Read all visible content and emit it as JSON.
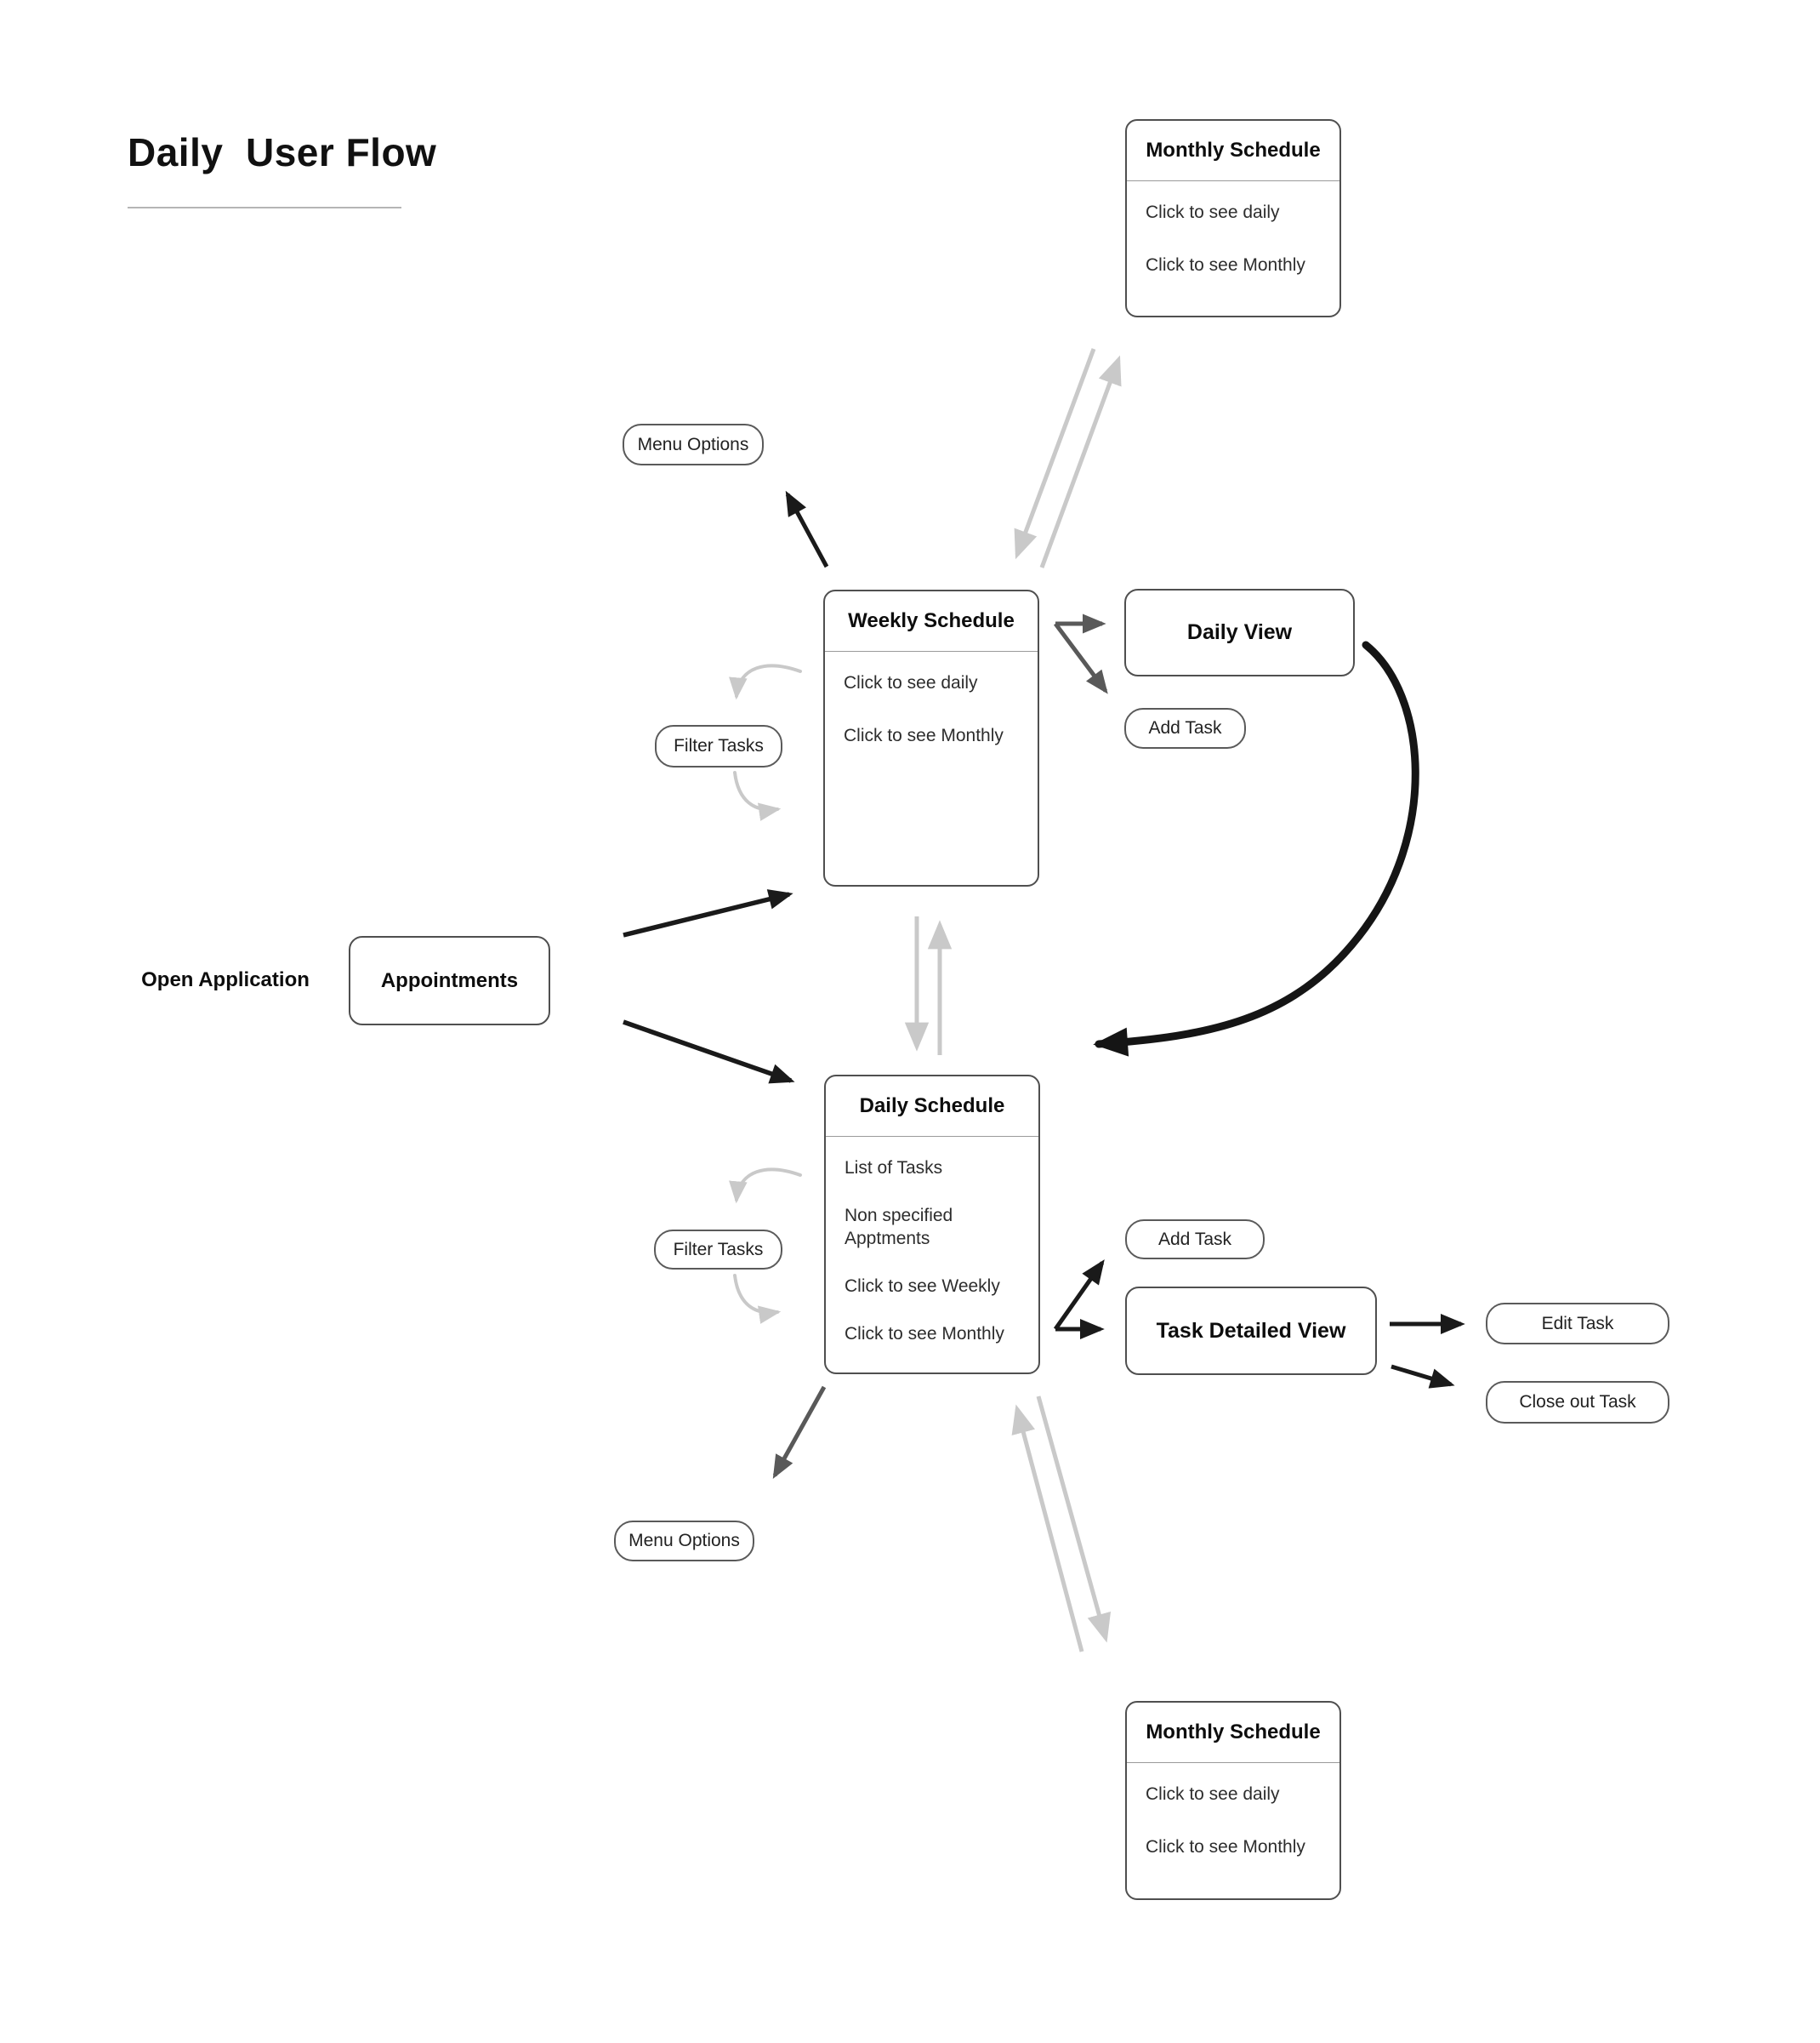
{
  "page": {
    "title": "Daily  User Flow"
  },
  "nodes": {
    "monthly_schedule_top": {
      "title": "Monthly Schedule",
      "items": [
        "Click to see daily",
        "Click to see Monthly"
      ]
    },
    "menu_options_top": {
      "label": "Menu Options"
    },
    "weekly_schedule": {
      "title": "Weekly Schedule",
      "items": [
        "Click to see daily",
        "Click to see Monthly"
      ]
    },
    "daily_view": {
      "label": "Daily View"
    },
    "add_task_top": {
      "label": "Add Task"
    },
    "filter_tasks_top": {
      "label": "Filter Tasks"
    },
    "open_application": {
      "label": "Open Application"
    },
    "appointments": {
      "label": "Appointments"
    },
    "daily_schedule": {
      "title": "Daily Schedule",
      "items": [
        "List of Tasks",
        "Non specified Apptments",
        "Click to see Weekly",
        "Click to see Monthly"
      ]
    },
    "filter_tasks_bottom": {
      "label": "Filter Tasks"
    },
    "add_task_mid": {
      "label": "Add Task"
    },
    "task_detailed_view": {
      "label": "Task Detailed View"
    },
    "edit_task": {
      "label": "Edit Task"
    },
    "close_out_task": {
      "label": "Close out Task"
    },
    "menu_options_bottom": {
      "label": "Menu Options"
    },
    "monthly_schedule_bottom": {
      "title": "Monthly Schedule",
      "items": [
        "Click to see daily",
        "Click to see Monthly"
      ]
    }
  },
  "colors": {
    "arrow_black": "#1a1a1a",
    "arrow_dark_gray": "#595959",
    "arrow_light_gray": "#c9c9c9",
    "box_border": "#4f4f4f"
  }
}
